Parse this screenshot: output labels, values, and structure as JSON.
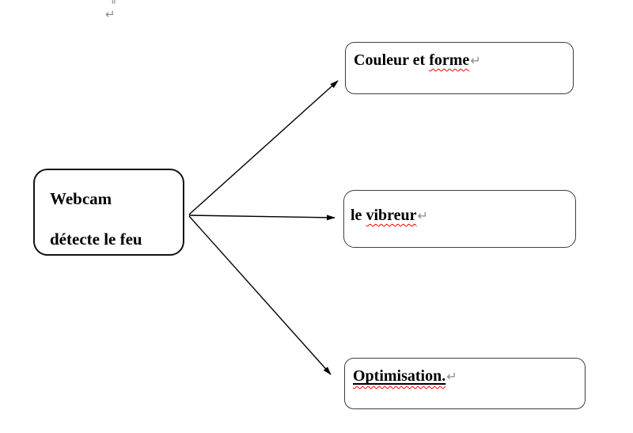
{
  "colors": {
    "text": "#000000",
    "node_border": "#3f3f3f",
    "source_border": "#111111",
    "arrow": "#000000",
    "squiggle": "#ff0000",
    "formatting_mark": "#8a8a8a",
    "background": "#ffffff"
  },
  "marks": {
    "return_symbol": "↵",
    "pilcrow": "¶"
  },
  "nodes": {
    "webcam": {
      "line1": "Webcam",
      "line2": "détecte le feu"
    },
    "couleur": {
      "prefix": "Couleur et ",
      "word": "forme"
    },
    "vibreur": {
      "prefix": "le ",
      "word": "vibreur"
    },
    "optimisation": {
      "word": "Optimisation."
    }
  },
  "connections": [
    {
      "from": "webcam-detecte-le-feu",
      "to": "couleur-et-forme"
    },
    {
      "from": "webcam-detecte-le-feu",
      "to": "le-vibreur"
    },
    {
      "from": "webcam-detecte-le-feu",
      "to": "optimisation"
    }
  ]
}
